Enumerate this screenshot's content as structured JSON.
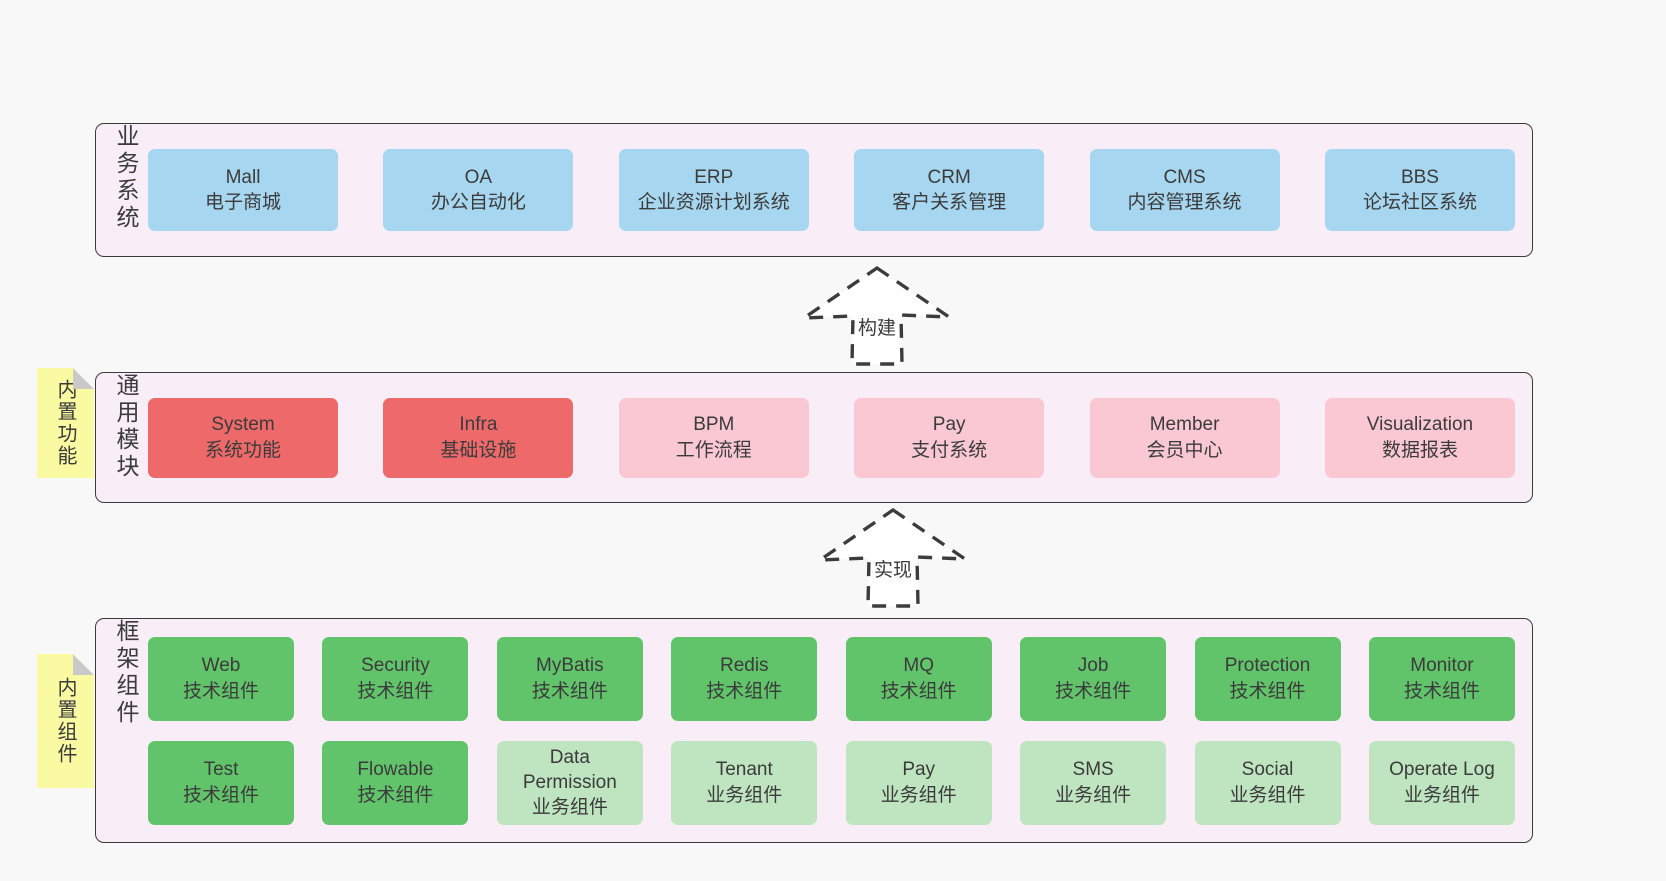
{
  "colors": {
    "page_bg": "#f8f8f8",
    "panel_bg": "#f9eef7",
    "border": "#3b3b3b",
    "text": "#3b3b3b",
    "blue_box": "#a7d7f0",
    "red_box": "#ee6a6a",
    "pink_box": "#fac8d2",
    "green_box": "#62c46a",
    "light_green_box": "#bfe5c0",
    "note_yellow": "#fafaa2",
    "note_fold_gray": "#c9c9c9"
  },
  "layers": {
    "business": {
      "label": "业务系统",
      "boxes": [
        {
          "name": "Mall",
          "desc": "电子商城"
        },
        {
          "name": "OA",
          "desc": "办公自动化"
        },
        {
          "name": "ERP",
          "desc": "企业资源计划系统"
        },
        {
          "name": "CRM",
          "desc": "客户关系管理"
        },
        {
          "name": "CMS",
          "desc": "内容管理系统"
        },
        {
          "name": "BBS",
          "desc": "论坛社区系统"
        }
      ]
    },
    "modules": {
      "label": "通用模块",
      "note": "内置功能",
      "boxes": [
        {
          "name": "System",
          "desc": "系统功能"
        },
        {
          "name": "Infra",
          "desc": "基础设施"
        },
        {
          "name": "BPM",
          "desc": "工作流程"
        },
        {
          "name": "Pay",
          "desc": "支付系统"
        },
        {
          "name": "Member",
          "desc": "会员中心"
        },
        {
          "name": "Visualization",
          "desc": "数据报表"
        }
      ]
    },
    "components": {
      "label": "框架组件",
      "note": "内置组件",
      "row1": [
        {
          "name": "Web",
          "desc": "技术组件"
        },
        {
          "name": "Security",
          "desc": "技术组件"
        },
        {
          "name": "MyBatis",
          "desc": "技术组件"
        },
        {
          "name": "Redis",
          "desc": "技术组件"
        },
        {
          "name": "MQ",
          "desc": "技术组件"
        },
        {
          "name": "Job",
          "desc": "技术组件"
        },
        {
          "name": "Protection",
          "desc": "技术组件"
        },
        {
          "name": "Monitor",
          "desc": "技术组件"
        }
      ],
      "row2": [
        {
          "name": "Test",
          "desc": "技术组件"
        },
        {
          "name": "Flowable",
          "desc": "技术组件"
        },
        {
          "name": "Data Permission",
          "desc": "业务组件"
        },
        {
          "name": "Tenant",
          "desc": "业务组件"
        },
        {
          "name": "Pay",
          "desc": "业务组件"
        },
        {
          "name": "SMS",
          "desc": "业务组件"
        },
        {
          "name": "Social",
          "desc": "业务组件"
        },
        {
          "name": "Operate Log",
          "desc": "业务组件"
        }
      ]
    }
  },
  "arrows": [
    {
      "label": "构建"
    },
    {
      "label": "实现"
    }
  ]
}
